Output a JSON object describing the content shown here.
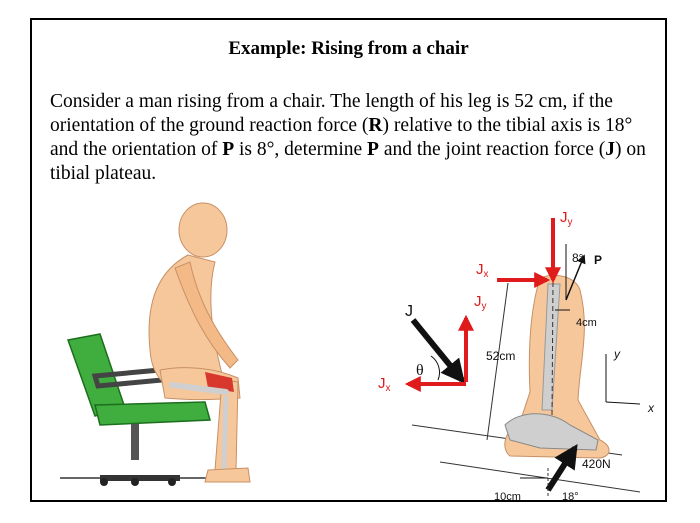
{
  "title": "Example: Rising from a chair",
  "problem": {
    "p1": "Consider a man rising from a chair. The length of his leg is 52 cm, if the orientation of the ground reaction force (",
    "R": "R",
    "p2": ") relative to the tibial axis is 18° and the orientation of ",
    "P1": "P",
    "p3": " is 8°, determine ",
    "P2": "P",
    "p4": " and the joint reaction force (",
    "J": "J",
    "p5": ") on tibial plateau."
  },
  "labels": {
    "J": "J",
    "Jy_free": "J",
    "Jy_free_sub": "y",
    "Jx_free": "J",
    "Jx_free_sub": "x",
    "theta": "θ",
    "leg_length": "52cm",
    "Jy_top": "J",
    "Jy_top_sub": "y",
    "Jx_top": "J",
    "Jx_top_sub": "x",
    "p_angle": "8°",
    "P": "P",
    "offset_4cm": "4cm",
    "axis_y": "y",
    "axis_x": "x",
    "force_420": "420N",
    "offset_10cm": "10cm",
    "angle_18": "18°"
  },
  "colors": {
    "red_force": "#e01b1b",
    "black_force": "#111111",
    "chair_green": "#3fae3f",
    "skin": "#f6c79a",
    "bone": "#cfcfcf",
    "muscle": "#d8382b"
  }
}
